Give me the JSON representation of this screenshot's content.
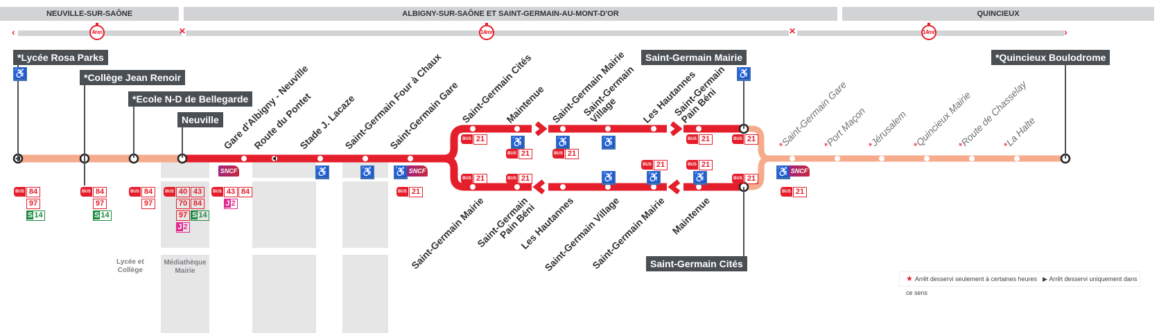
{
  "communes": [
    "NEUVILLE-SUR-SAÔNE",
    "ALBIGNY-SUR-SAÔNE ET SAINT-GERMAIN-AU-MONT-D'OR",
    "QUINCIEUX"
  ],
  "travel_times": [
    "4mn",
    "14mn",
    "14mn"
  ],
  "terminus_boxes": [
    "*Lycée Rosa Parks",
    "*Collège Jean Renoir",
    "*Ecole N-D de Bellegarde",
    "Neuville",
    "Saint-Germain Mairie",
    "*Quincieux Boulodrome",
    "Saint-Germain Cités"
  ],
  "main_stops": [
    "Gare d'Albigny - Neuville",
    "Route du Pontet",
    "Stade J. Lacaze",
    "Saint-Germain Four à Chaux",
    "Saint-Germain Gare"
  ],
  "upper_branch_stops": [
    "Saint-Germain Cités",
    "Maintenue",
    "Saint-Germain Mairie",
    "Saint-Germain\nVillage",
    "Les Hautannes",
    "Saint-Germain\nPain Béni"
  ],
  "lower_branch_stops": [
    "Saint-Germain Mairie",
    "Saint-Germain\nPain Béni",
    "Les Hautannes",
    "Saint-Germain Village",
    "Saint-Germain Mairie",
    "Maintenue"
  ],
  "quincieux_stops": [
    "Saint-Germain Gare",
    "Port Maçon",
    "Jérusalem",
    "Quincieux Mairie",
    "Route de Chasselay",
    "La Halte"
  ],
  "star": "*",
  "bus_label": "BUS",
  "sncf_label": "SNCF",
  "connections": [
    [
      [
        "84"
      ],
      [
        "97"
      ],
      [
        "S14"
      ]
    ],
    [
      [
        "84"
      ],
      [
        "97"
      ],
      [
        "S14"
      ]
    ],
    [
      [
        "84"
      ],
      [
        "97"
      ]
    ],
    [
      [
        "40",
        "43"
      ],
      [
        "70",
        "84"
      ],
      [
        "97",
        "S14"
      ],
      [
        "J2"
      ]
    ],
    [
      [
        "43",
        "84"
      ],
      [
        "J2"
      ]
    ],
    [
      [
        "21"
      ]
    ],
    [
      [
        "21"
      ]
    ],
    [
      [
        "21"
      ]
    ],
    [
      [
        "21"
      ]
    ],
    [
      [
        "21"
      ]
    ],
    [
      [
        "21"
      ]
    ],
    [
      [
        "21"
      ]
    ],
    [
      [
        "21"
      ]
    ],
    [
      [
        "21"
      ]
    ],
    [
      [
        "21"
      ]
    ],
    [
      [
        "21"
      ]
    ],
    [
      [
        "21"
      ]
    ]
  ],
  "landmarks": [
    "Lycée et\nCollège",
    "Médiathèque\nMairie"
  ],
  "legend": {
    "star_text": "Arrêt desservi seulement à certaines heures",
    "direction_text": "Arrêt desservi uniquement dans ce sens"
  },
  "colors": {
    "red": "#e41e2a",
    "orange": "#f6ab8c",
    "dark": "#4a4f54",
    "access": "#3f6fb5"
  }
}
